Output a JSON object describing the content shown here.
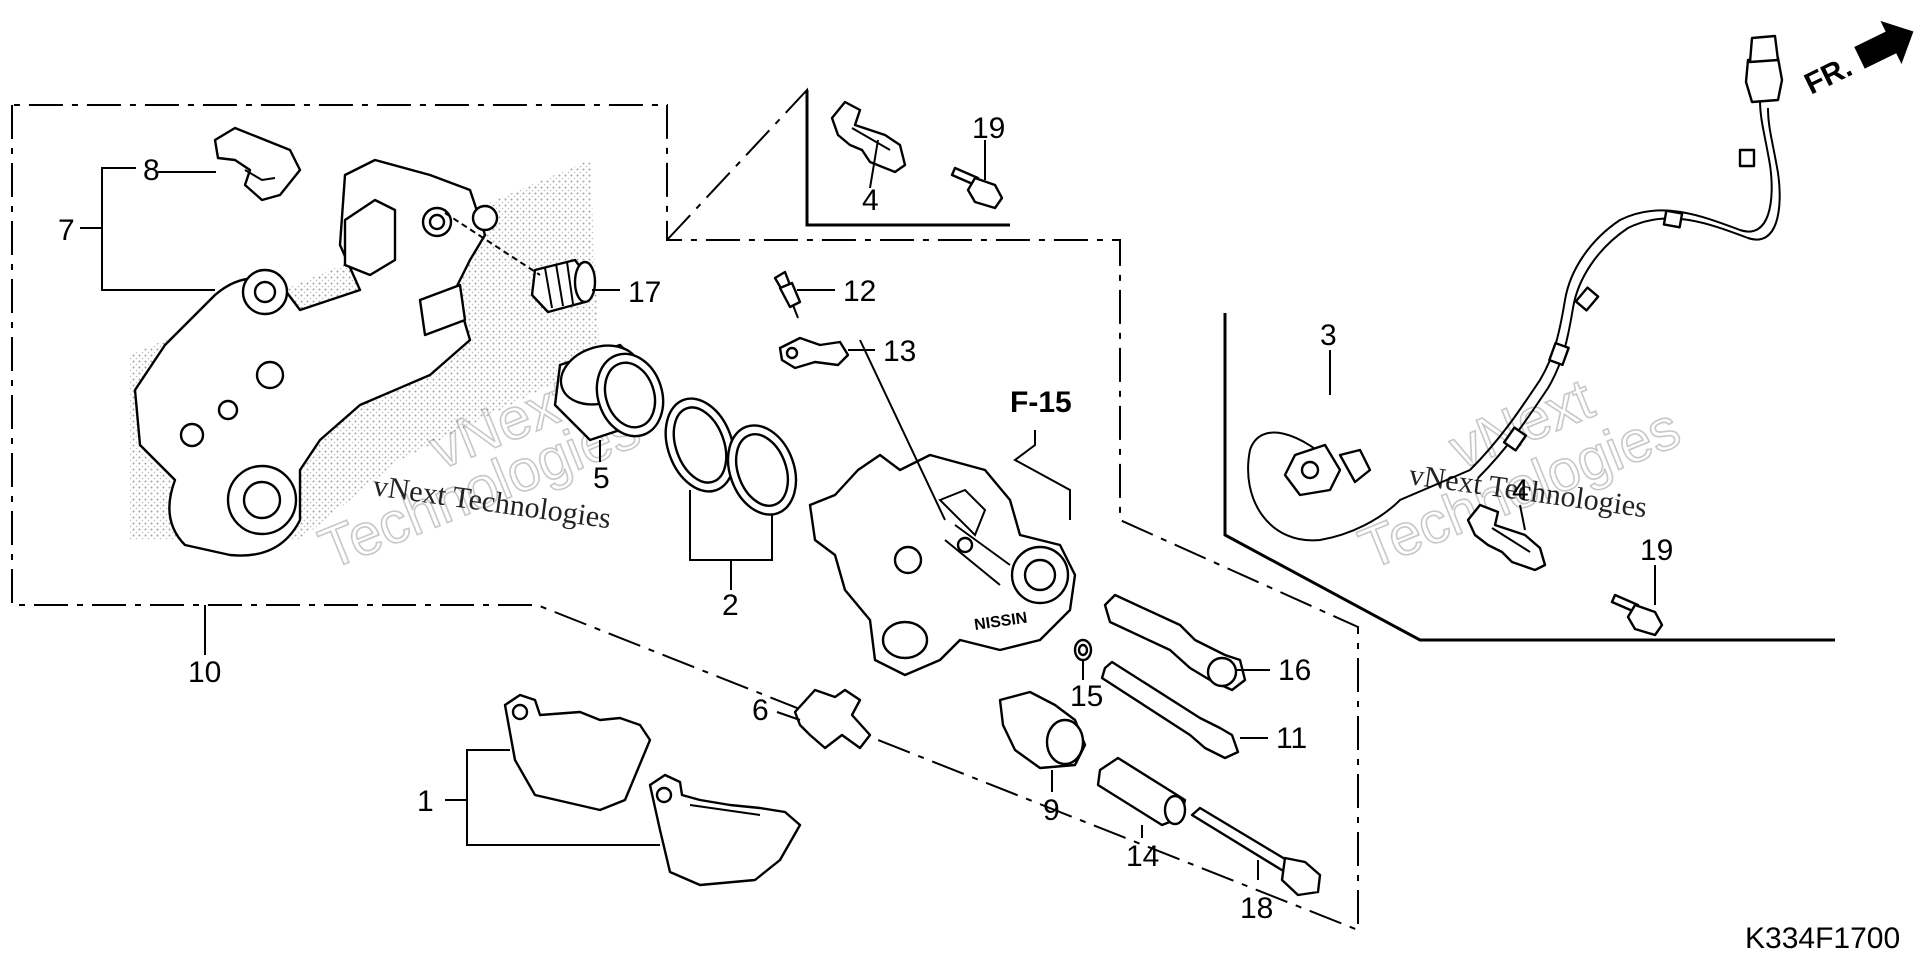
{
  "callouts": {
    "p1": "1",
    "p2": "2",
    "p3": "3",
    "p4a": "4",
    "p4b": "4",
    "p5": "5",
    "p6": "6",
    "p7": "7",
    "p8": "8",
    "p9": "9",
    "p10": "10",
    "p11": "11",
    "p12": "12",
    "p13": "13",
    "p14": "14",
    "p15": "15",
    "p16": "16",
    "p17": "17",
    "p18": "18",
    "p19a": "19",
    "p19b": "19"
  },
  "reference_label": "F-15",
  "direction_label": "FR.",
  "figure_code": "K334F1700",
  "caliper_marking": "NISSIN",
  "watermarks": {
    "brand_top": "vNext",
    "brand_bottom": "Technologies",
    "brand_inline": "vNext Technologies"
  }
}
